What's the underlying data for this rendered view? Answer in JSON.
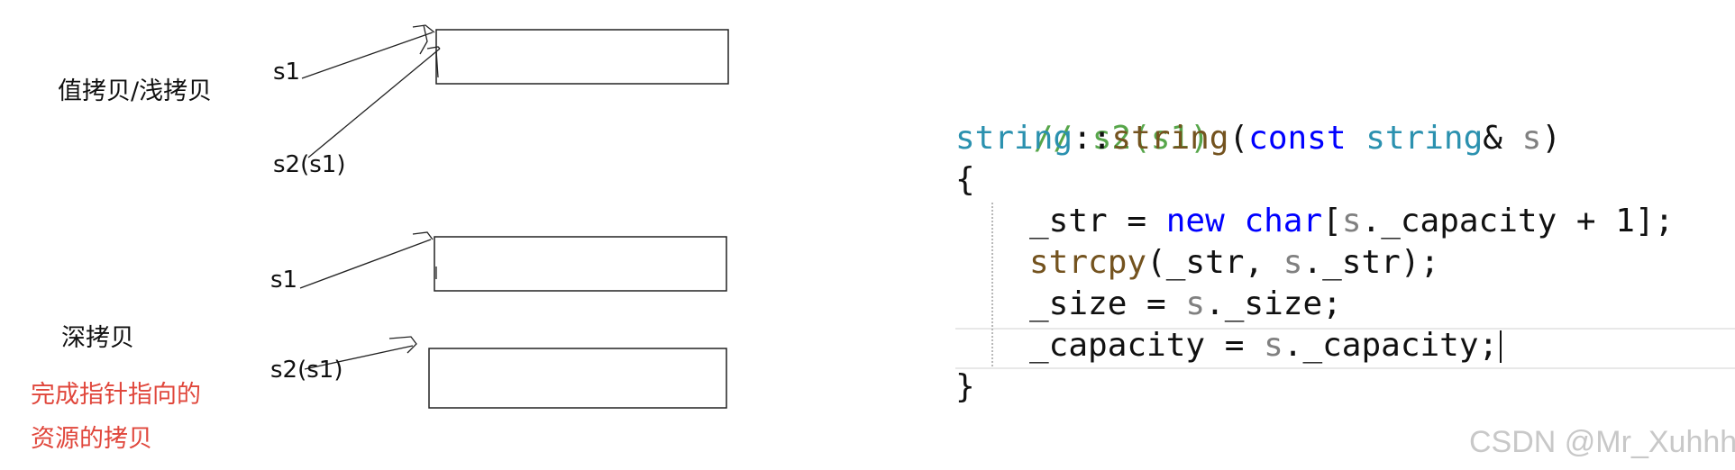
{
  "left": {
    "shallow": {
      "heading": "值拷贝/浅拷贝",
      "s1": "s1",
      "s2": "s2(s1)"
    },
    "deep": {
      "heading": "深拷贝",
      "s1": "s1",
      "s2": "s2(s1)",
      "note_line1": "完成指针指向的",
      "note_line2": "资源的拷贝"
    }
  },
  "code": {
    "comment": "// s2(s1)",
    "sig_type": "string",
    "sig_sep": "::",
    "sig_fn": "string",
    "sig_open": "(",
    "sig_const": "const",
    "sig_param_type": "string",
    "sig_amp": "&",
    "sig_param": "s",
    "sig_close": ")",
    "brace_open": "{",
    "l1_a": "_str = ",
    "l1_new": "new",
    "l1_char": "char",
    "l1_b": "[",
    "l1_s": "s",
    "l1_c": "._capacity + 1];",
    "l2_fn": "strcpy",
    "l2_a": "(_str, ",
    "l2_s": "s",
    "l2_b": "._str);",
    "l3_a": "_size = ",
    "l3_s": "s",
    "l3_b": "._size;",
    "l4_a": "_capacity = ",
    "l4_s": "s",
    "l4_b": "._capacity;",
    "brace_close": "}"
  },
  "colors": {
    "comment": "#57a64a",
    "type": "#2b91af",
    "keyword": "#0000ff",
    "function": "#74531f",
    "parameter": "#808080",
    "note": "#e0473c"
  },
  "watermark": "CSDN @Mr_Xuhhh"
}
